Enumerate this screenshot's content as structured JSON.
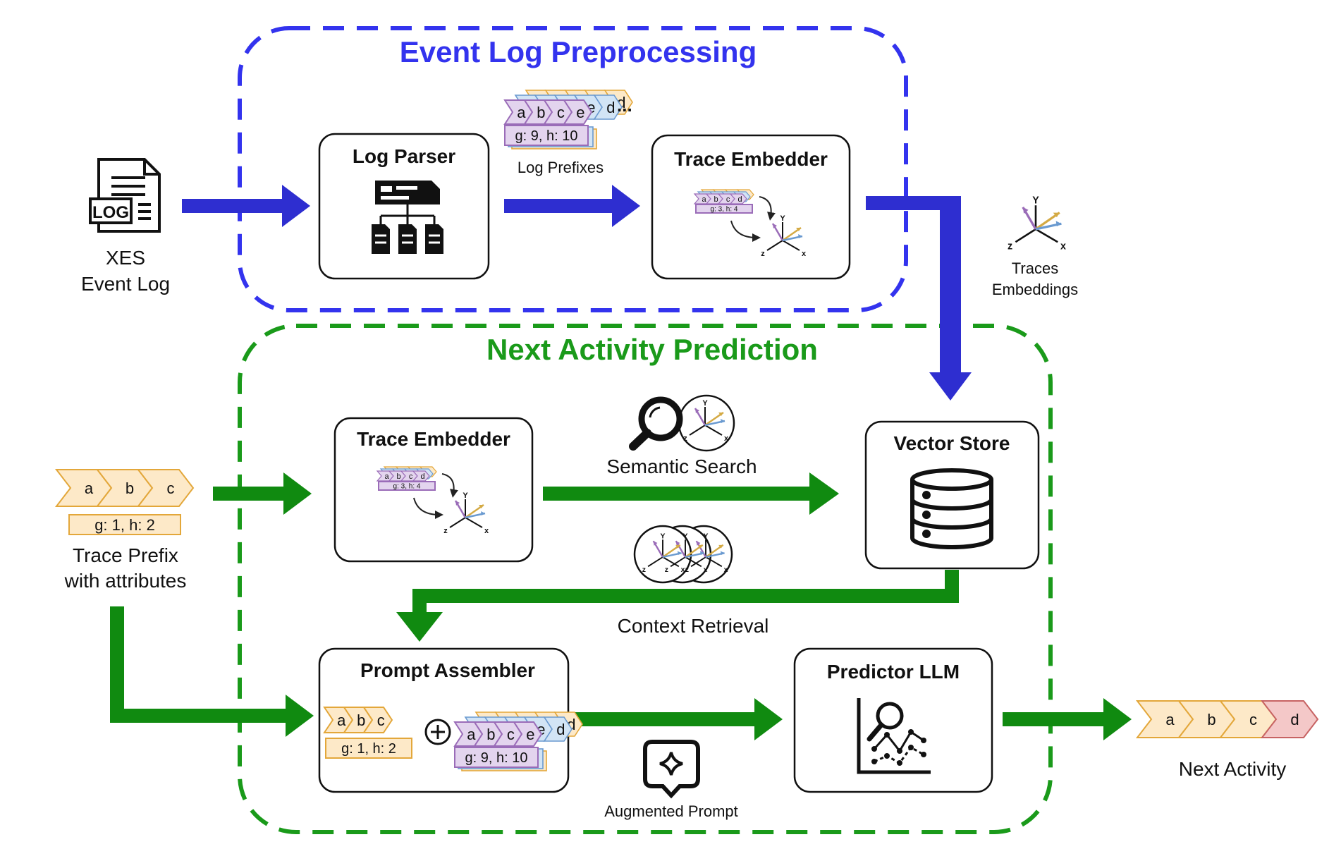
{
  "sections": {
    "preprocessing": {
      "title": "Event Log Preprocessing",
      "color": "#3333ee"
    },
    "prediction": {
      "title": "Next Activity Prediction",
      "color": "#1a9a1a"
    }
  },
  "colors": {
    "blue_arrow": "#2e2ed0",
    "green_arrow": "#108a10",
    "chev_orange_fill": "#fde9c8",
    "chev_orange_stroke": "#e3a73a",
    "chev_purple_fill": "#e3d4ee",
    "chev_purple_stroke": "#9a6cb8",
    "chev_blue_fill": "#d2e4f5",
    "chev_red_fill": "#f4c8c8",
    "chev_red_stroke": "#c76363"
  },
  "inputs": {
    "xes": {
      "line1": "XES",
      "line2": "Event Log",
      "icon": "log-file-icon",
      "icon_text": "LOG"
    },
    "trace_prefix": {
      "activities": [
        "a",
        "b",
        "c"
      ],
      "attributes": "g: 1, h: 2",
      "line1": "Trace Prefix",
      "line2": "with attributes"
    }
  },
  "boxes": {
    "log_parser": {
      "title": "Log Parser",
      "icon": "parser-hierarchy-icon"
    },
    "trace_embedder_top": {
      "title": "Trace Embedder",
      "icon": "embedding-axes-icon"
    },
    "trace_embedder_bottom": {
      "title": "Trace Embedder",
      "icon": "embedding-axes-icon"
    },
    "vector_store": {
      "title": "Vector Store",
      "icon": "database-icon"
    },
    "prompt_assembler": {
      "title": "Prompt Assembler",
      "icon": "plus-circle-icon"
    },
    "predictor_llm": {
      "title": "Predictor LLM",
      "icon": "chart-search-icon"
    }
  },
  "labels": {
    "log_prefixes": "Log Prefixes",
    "traces_embeddings_line1": "Traces",
    "traces_embeddings_line2": "Embeddings",
    "semantic_search": "Semantic Search",
    "context_retrieval": "Context Retrieval",
    "augmented_prompt": "Augmented Prompt",
    "next_activity": "Next Activity",
    "ellipsis": "..."
  },
  "log_prefix": {
    "front": [
      "a",
      "b",
      "c",
      "e"
    ],
    "back": [
      "d"
    ],
    "attributes": "g: 9, h: 10"
  },
  "embedder_mini": {
    "activities": [
      "a",
      "b",
      "c",
      "d"
    ],
    "attributes": "g: 3, h: 4"
  },
  "axes": {
    "x": "x",
    "y": "Y",
    "z": "z"
  },
  "prompt": {
    "prefix": [
      "a",
      "b",
      "c"
    ],
    "prefix_attributes": "g: 1, h: 2",
    "context_front": [
      "a",
      "b",
      "c",
      "e"
    ],
    "context_back": [
      "d"
    ],
    "context_attributes": "g: 9, h: 10"
  },
  "output": {
    "activities": [
      "a",
      "b",
      "c"
    ],
    "predicted": "d"
  }
}
